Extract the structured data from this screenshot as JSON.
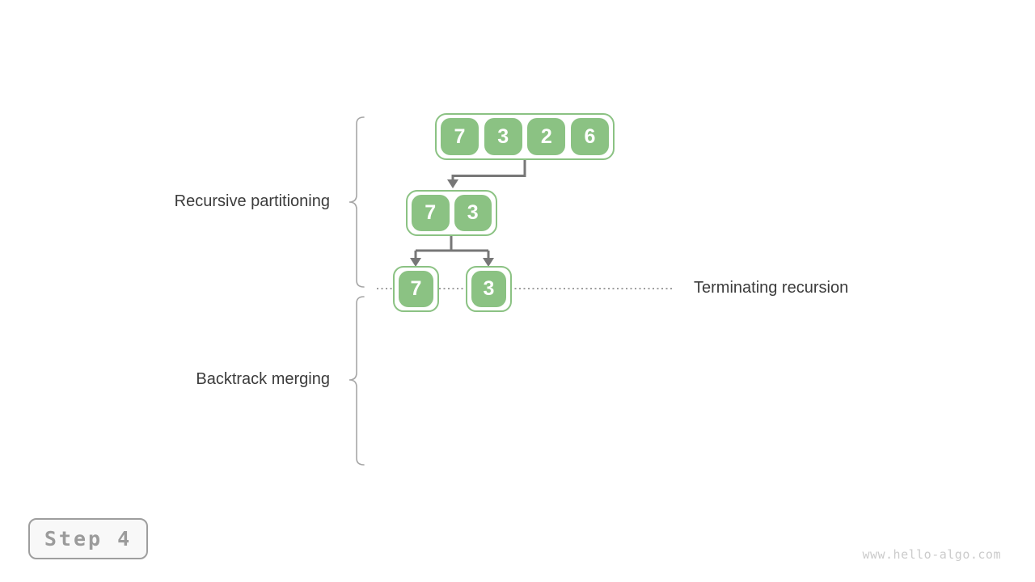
{
  "labels": {
    "recursive_partitioning": "Recursive partitioning",
    "backtrack_merging": "Backtrack merging",
    "terminating_recursion": "Terminating recursion"
  },
  "diagram": {
    "description": "Merge sort recursive partitioning tree",
    "level1": {
      "values": [
        "7",
        "3",
        "2",
        "6"
      ]
    },
    "level2": {
      "values": [
        "7",
        "3"
      ]
    },
    "level3": [
      {
        "values": [
          "7"
        ]
      },
      {
        "values": [
          "3"
        ]
      }
    ]
  },
  "step_indicator": {
    "label": "Step 4"
  },
  "watermark": {
    "text": "www.hello-algo.com"
  },
  "colors": {
    "green": "#8bc283",
    "cell-text": "#ffffff",
    "arrow": "#777777",
    "brace": "#a6a6a6",
    "dotted": "#9e9e9e",
    "label": "#3b3b3b",
    "step-bg": "#f8f8f8",
    "step-border": "#9e9e9e",
    "step-text": "#9b9b9b",
    "watermark": "#cbcbcb"
  }
}
